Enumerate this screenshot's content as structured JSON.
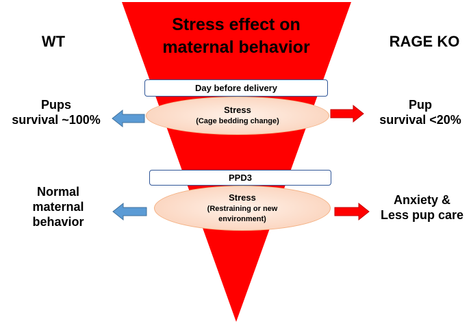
{
  "title": "Stress effect on\nmaternal behavior",
  "left_label": "WT",
  "right_label": "RAGE KO",
  "stage1": {
    "box": "Day before delivery",
    "stress": "Stress",
    "stress_detail": "(Cage bedding change)",
    "wt_outcome": "Pups\nsurvival ~100%",
    "ko_outcome": "Pup\nsurvival <20%"
  },
  "stage2": {
    "box": "PPD3",
    "stress": "Stress",
    "stress_detail": "(Restraining or new\nenvironment)",
    "wt_outcome": "Normal\nmaternal\nbehavior",
    "ko_outcome": "Anxiety &\nLess pup care"
  },
  "colors": {
    "funnel": "#ff0000",
    "wt_arrow": "#5b9bd5",
    "ko_arrow": "#ff0000",
    "box_border": "#2f5597",
    "ellipse_fill": "#fbd7c2"
  }
}
